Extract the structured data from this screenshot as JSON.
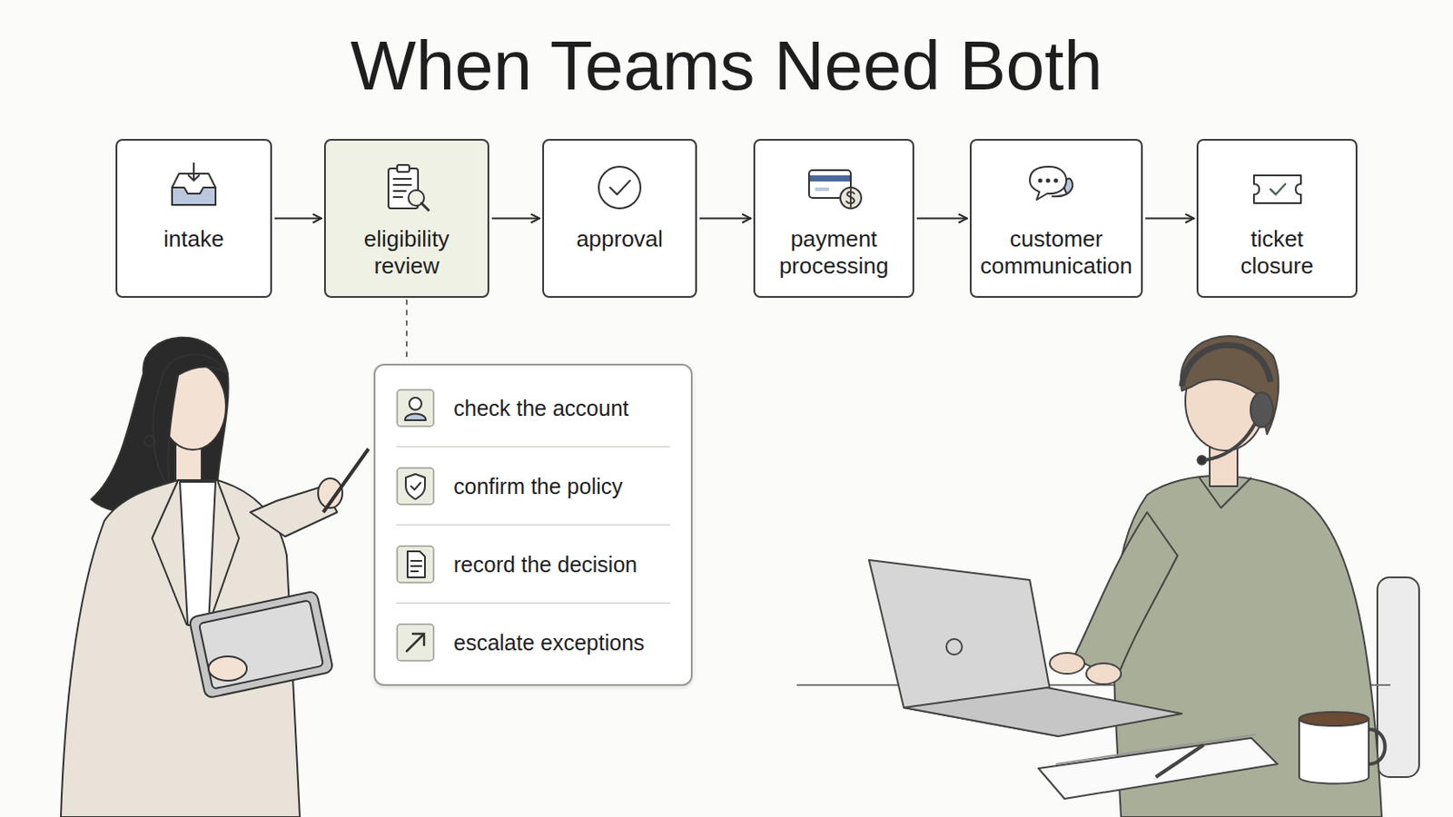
{
  "diagram": {
    "title": "When Teams Need Both",
    "nodes": [
      {
        "text": [
          "intake"
        ]
      },
      {
        "text": [
          "eligibility review"
        ]
      },
      {
        "text": [
          "approval"
        ]
      },
      {
        "text": [
          "payment processing"
        ]
      },
      {
        "text": [
          "customer communication"
        ]
      },
      {
        "text": [
          "ticket closure"
        ]
      },
      {
        "text": [
          "check the account",
          "confirm the policy",
          "record the decision",
          "escalate exceptions"
        ]
      }
    ],
    "edges": [
      {
        "from": 0,
        "to": 1,
        "arrow": "to"
      },
      {
        "from": 1,
        "to": 2,
        "arrow": "to"
      },
      {
        "from": 2,
        "to": 3,
        "arrow": "to"
      },
      {
        "from": 3,
        "to": 4,
        "arrow": "to"
      },
      {
        "from": 4,
        "to": 5,
        "arrow": "to"
      },
      {
        "from": 1,
        "to": 6,
        "arrow": "none"
      }
    ]
  }
}
